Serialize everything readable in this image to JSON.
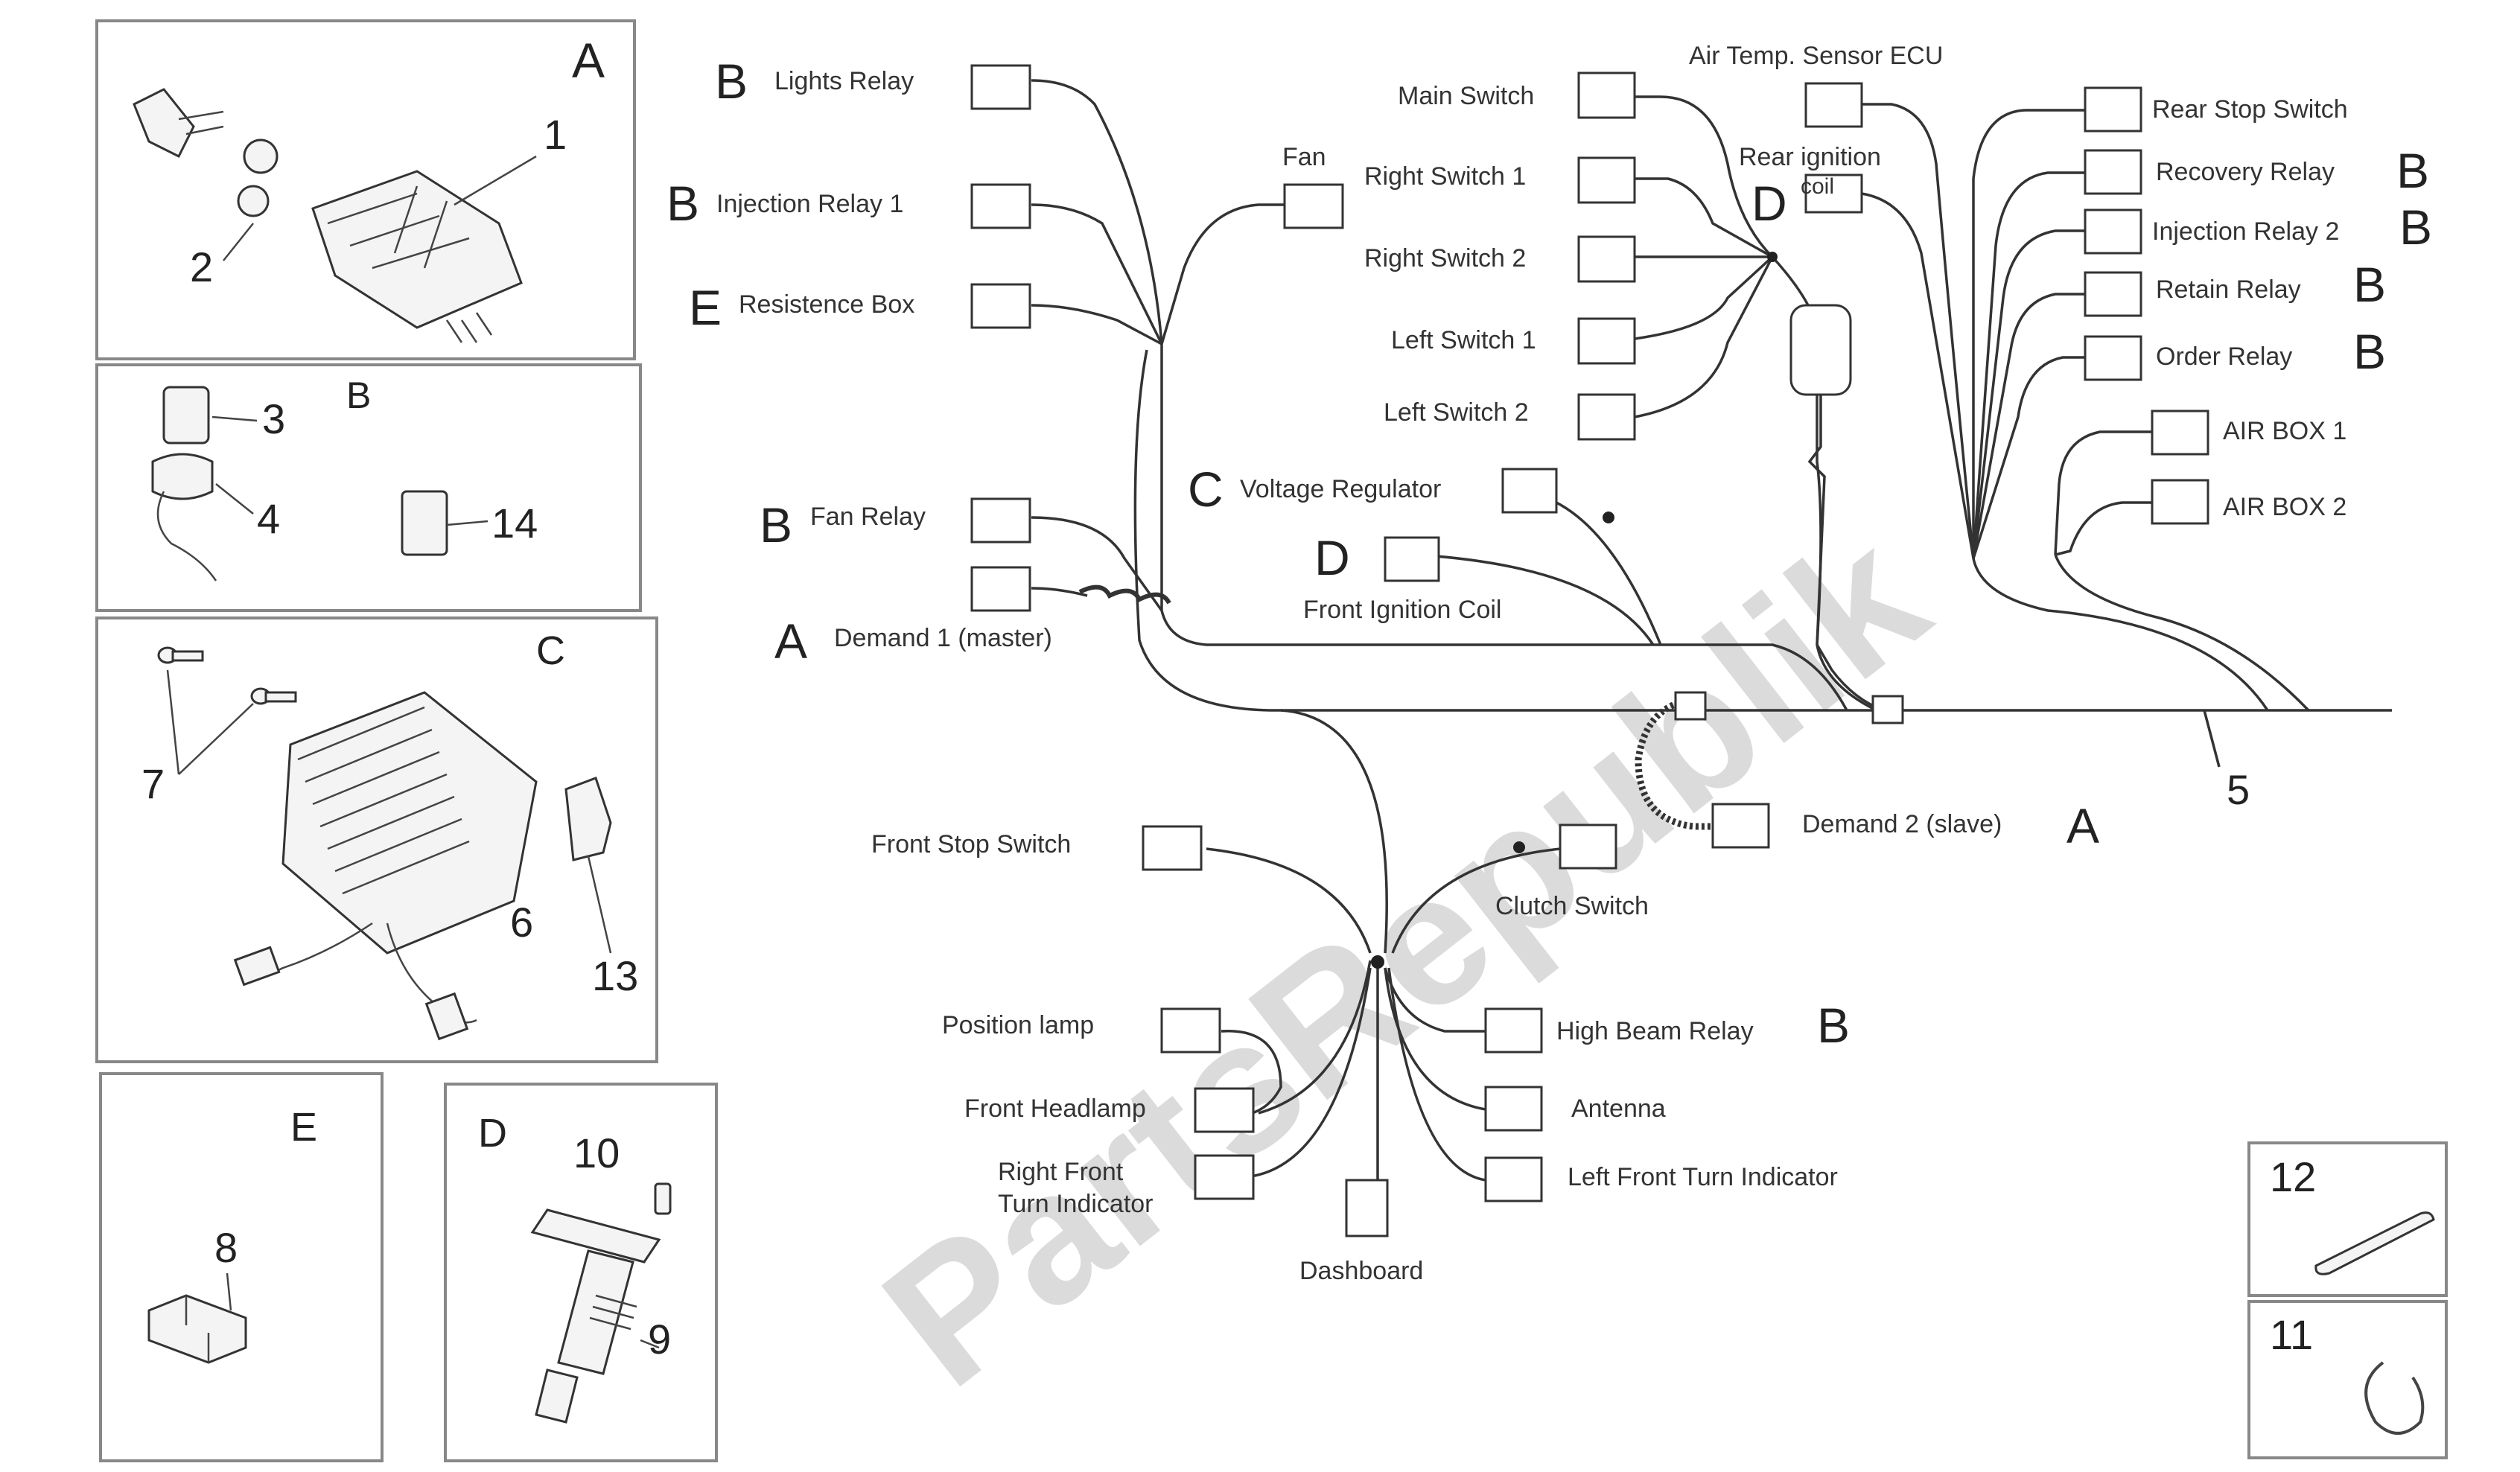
{
  "watermark": "PartsRepublik",
  "panels": {
    "A": {
      "letter": "A",
      "numbers": [
        "1",
        "2"
      ]
    },
    "B": {
      "letter": "B",
      "numbers": [
        "3",
        "4",
        "14"
      ]
    },
    "C": {
      "letter": "C",
      "numbers": [
        "7",
        "6",
        "13"
      ]
    },
    "E": {
      "letter": "E",
      "numbers": [
        "8"
      ]
    },
    "D": {
      "letter": "D",
      "numbers": [
        "10",
        "9"
      ]
    },
    "n12": "12",
    "n11": "11"
  },
  "harness_number": "5",
  "labels": {
    "lights_relay": "Lights Relay",
    "injection_relay_1": "Injection Relay 1",
    "resistence_box": "Resistence Box",
    "fan": "Fan",
    "fan_relay": "Fan Relay",
    "demand_1": "Demand 1 (master)",
    "voltage_regulator": "Voltage Regulator",
    "front_ignition_coil": "Front Ignition Coil",
    "main_switch": "Main Switch",
    "right_switch_1": "Right Switch 1",
    "right_switch_2": "Right Switch 2",
    "left_switch_1": "Left Switch 1",
    "left_switch_2": "Left Switch 2",
    "air_temp_sensor": "Air Temp. Sensor ECU",
    "rear_ignition_coil_1": "Rear ignition",
    "rear_ignition_coil_2": "coil",
    "rear_stop_switch": "Rear Stop Switch",
    "recovery_relay": "Recovery Relay",
    "injection_relay_2": "Injection Relay 2",
    "retain_relay": "Retain Relay",
    "order_relay": "Order Relay",
    "air_box_1": "AIR BOX 1",
    "air_box_2": "AIR BOX 2",
    "demand_2": "Demand 2 (slave)",
    "front_stop_switch": "Front Stop Switch",
    "clutch_switch": "Clutch Switch",
    "position_lamp": "Position lamp",
    "front_headlamp": "Front Headlamp",
    "right_front_turn_1": "Right Front",
    "right_front_turn_2": "Turn Indicator",
    "dashboard": "Dashboard",
    "high_beam_relay": "High Beam Relay",
    "antenna": "Antenna",
    "left_front_turn": "Left Front Turn Indicator"
  },
  "letters": {
    "B": "B",
    "A": "A",
    "C": "C",
    "D": "D",
    "E": "E"
  }
}
